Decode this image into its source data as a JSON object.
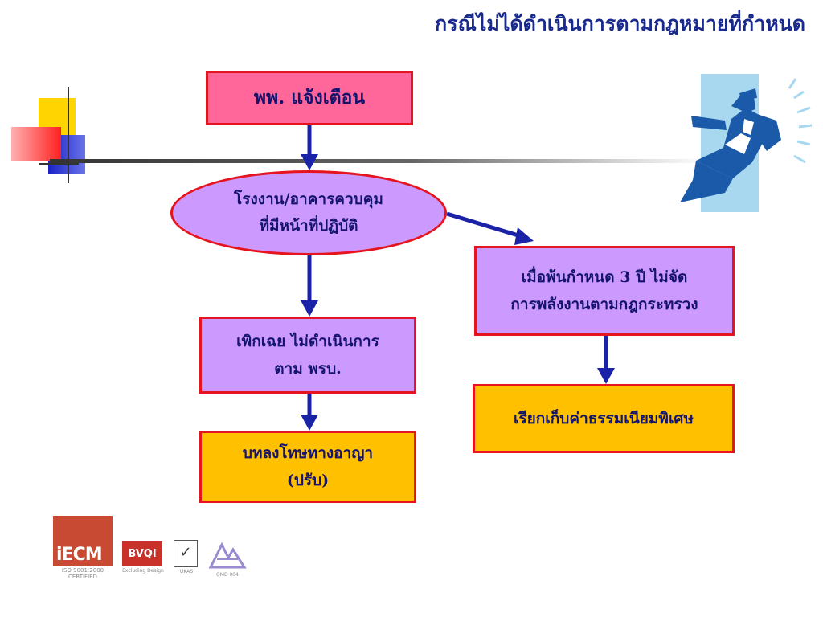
{
  "title": "กรณีไม่ได้ดำเนินการตามกฎหมายที่กำหนด",
  "nodes": {
    "notify": {
      "text": "พพ. แจ้งเตือน"
    },
    "factory": {
      "line1": "โรงงาน/อาคารควบคุม",
      "line2": "ที่มีหน้าที่ปฏิบัติ"
    },
    "ignore": {
      "line1": "เพิกเฉย ไม่ดำเนินการ",
      "line2": "ตาม พรบ."
    },
    "penalty": {
      "line1": "บทลงโทษทางอาญา",
      "line2": "(ปรับ)"
    },
    "deadline": {
      "line1": "เมื่อพ้นกำหนด 3 ปี ไม่จัด",
      "line2": "การพลังงานตามกฎกระทรวง"
    },
    "fee": {
      "text": "เรียกเก็บค่าธรรมเนียมพิเศษ"
    }
  },
  "logos": {
    "iecm": {
      "caption": "ISO 9001:2000 CERTIFIED"
    },
    "bvqi": {
      "caption": "Excluding Design"
    },
    "ukas": {
      "caption": "UKAS"
    },
    "qmd": {
      "caption": "QMD 004"
    }
  },
  "colors": {
    "title": "#1a2a8c",
    "border": "#e6141e",
    "pink": "#ff6699",
    "lavender": "#cc99ff",
    "gold": "#ffc000",
    "arrow": "#1a22a8"
  },
  "icons": [
    "decorative-squares-icon",
    "police-officer-icon"
  ]
}
